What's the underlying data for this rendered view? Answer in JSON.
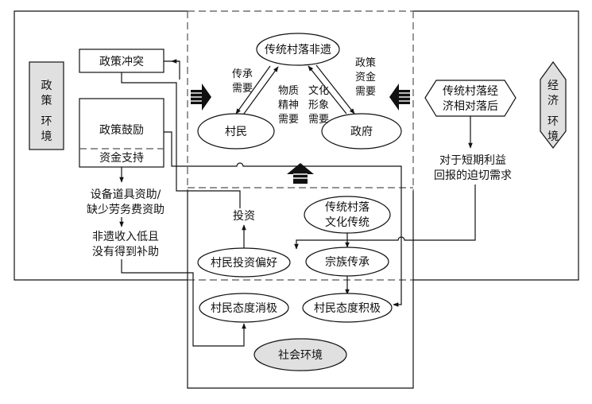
{
  "nodes": {
    "heritage": "传统村落非遗",
    "villagers": "村民",
    "government": "政府",
    "policy_conflict": "政策冲突",
    "policy_encourage": "政策鼓励",
    "fund_support": "资金支持",
    "equipment_funding": "设备道具资助/",
    "lack_labor_fee": "缺少劳务费资助",
    "low_income": "非遗收入低且",
    "no_subsidy": "没有得到补助",
    "village_economy_1": "传统村落经",
    "village_economy_2": "济相对落后",
    "short_term_1": "对于短期利益",
    "short_term_2": "回报的迫切需求",
    "village_culture_1": "传统村落",
    "village_culture_2": "文化传统",
    "clan_inheritance": "宗族传承",
    "investment": "投资",
    "villager_invest_pref": "村民投资偏好",
    "villager_negative": "村民态度消极",
    "villager_positive": "村民态度积极"
  },
  "edge_labels": {
    "inherit_1": "传承",
    "inherit_2": "需要",
    "material_1": "物质",
    "material_2": "精神",
    "material_3": "需要",
    "culture_1": "文化",
    "culture_2": "形象",
    "culture_3": "需要",
    "policy_funds_1": "政策",
    "policy_funds_2": "资金",
    "policy_funds_3": "需要"
  },
  "environments": {
    "policy_1": "政",
    "policy_2": "策",
    "policy_3": "环",
    "policy_4": "境",
    "economic_1": "经",
    "economic_2": "济",
    "economic_3": "环",
    "economic_4": "境",
    "social": "社会环境"
  },
  "colors": {
    "line": "#111111",
    "dashed_border": "#555555",
    "env_fill": "#e0e0e0"
  }
}
